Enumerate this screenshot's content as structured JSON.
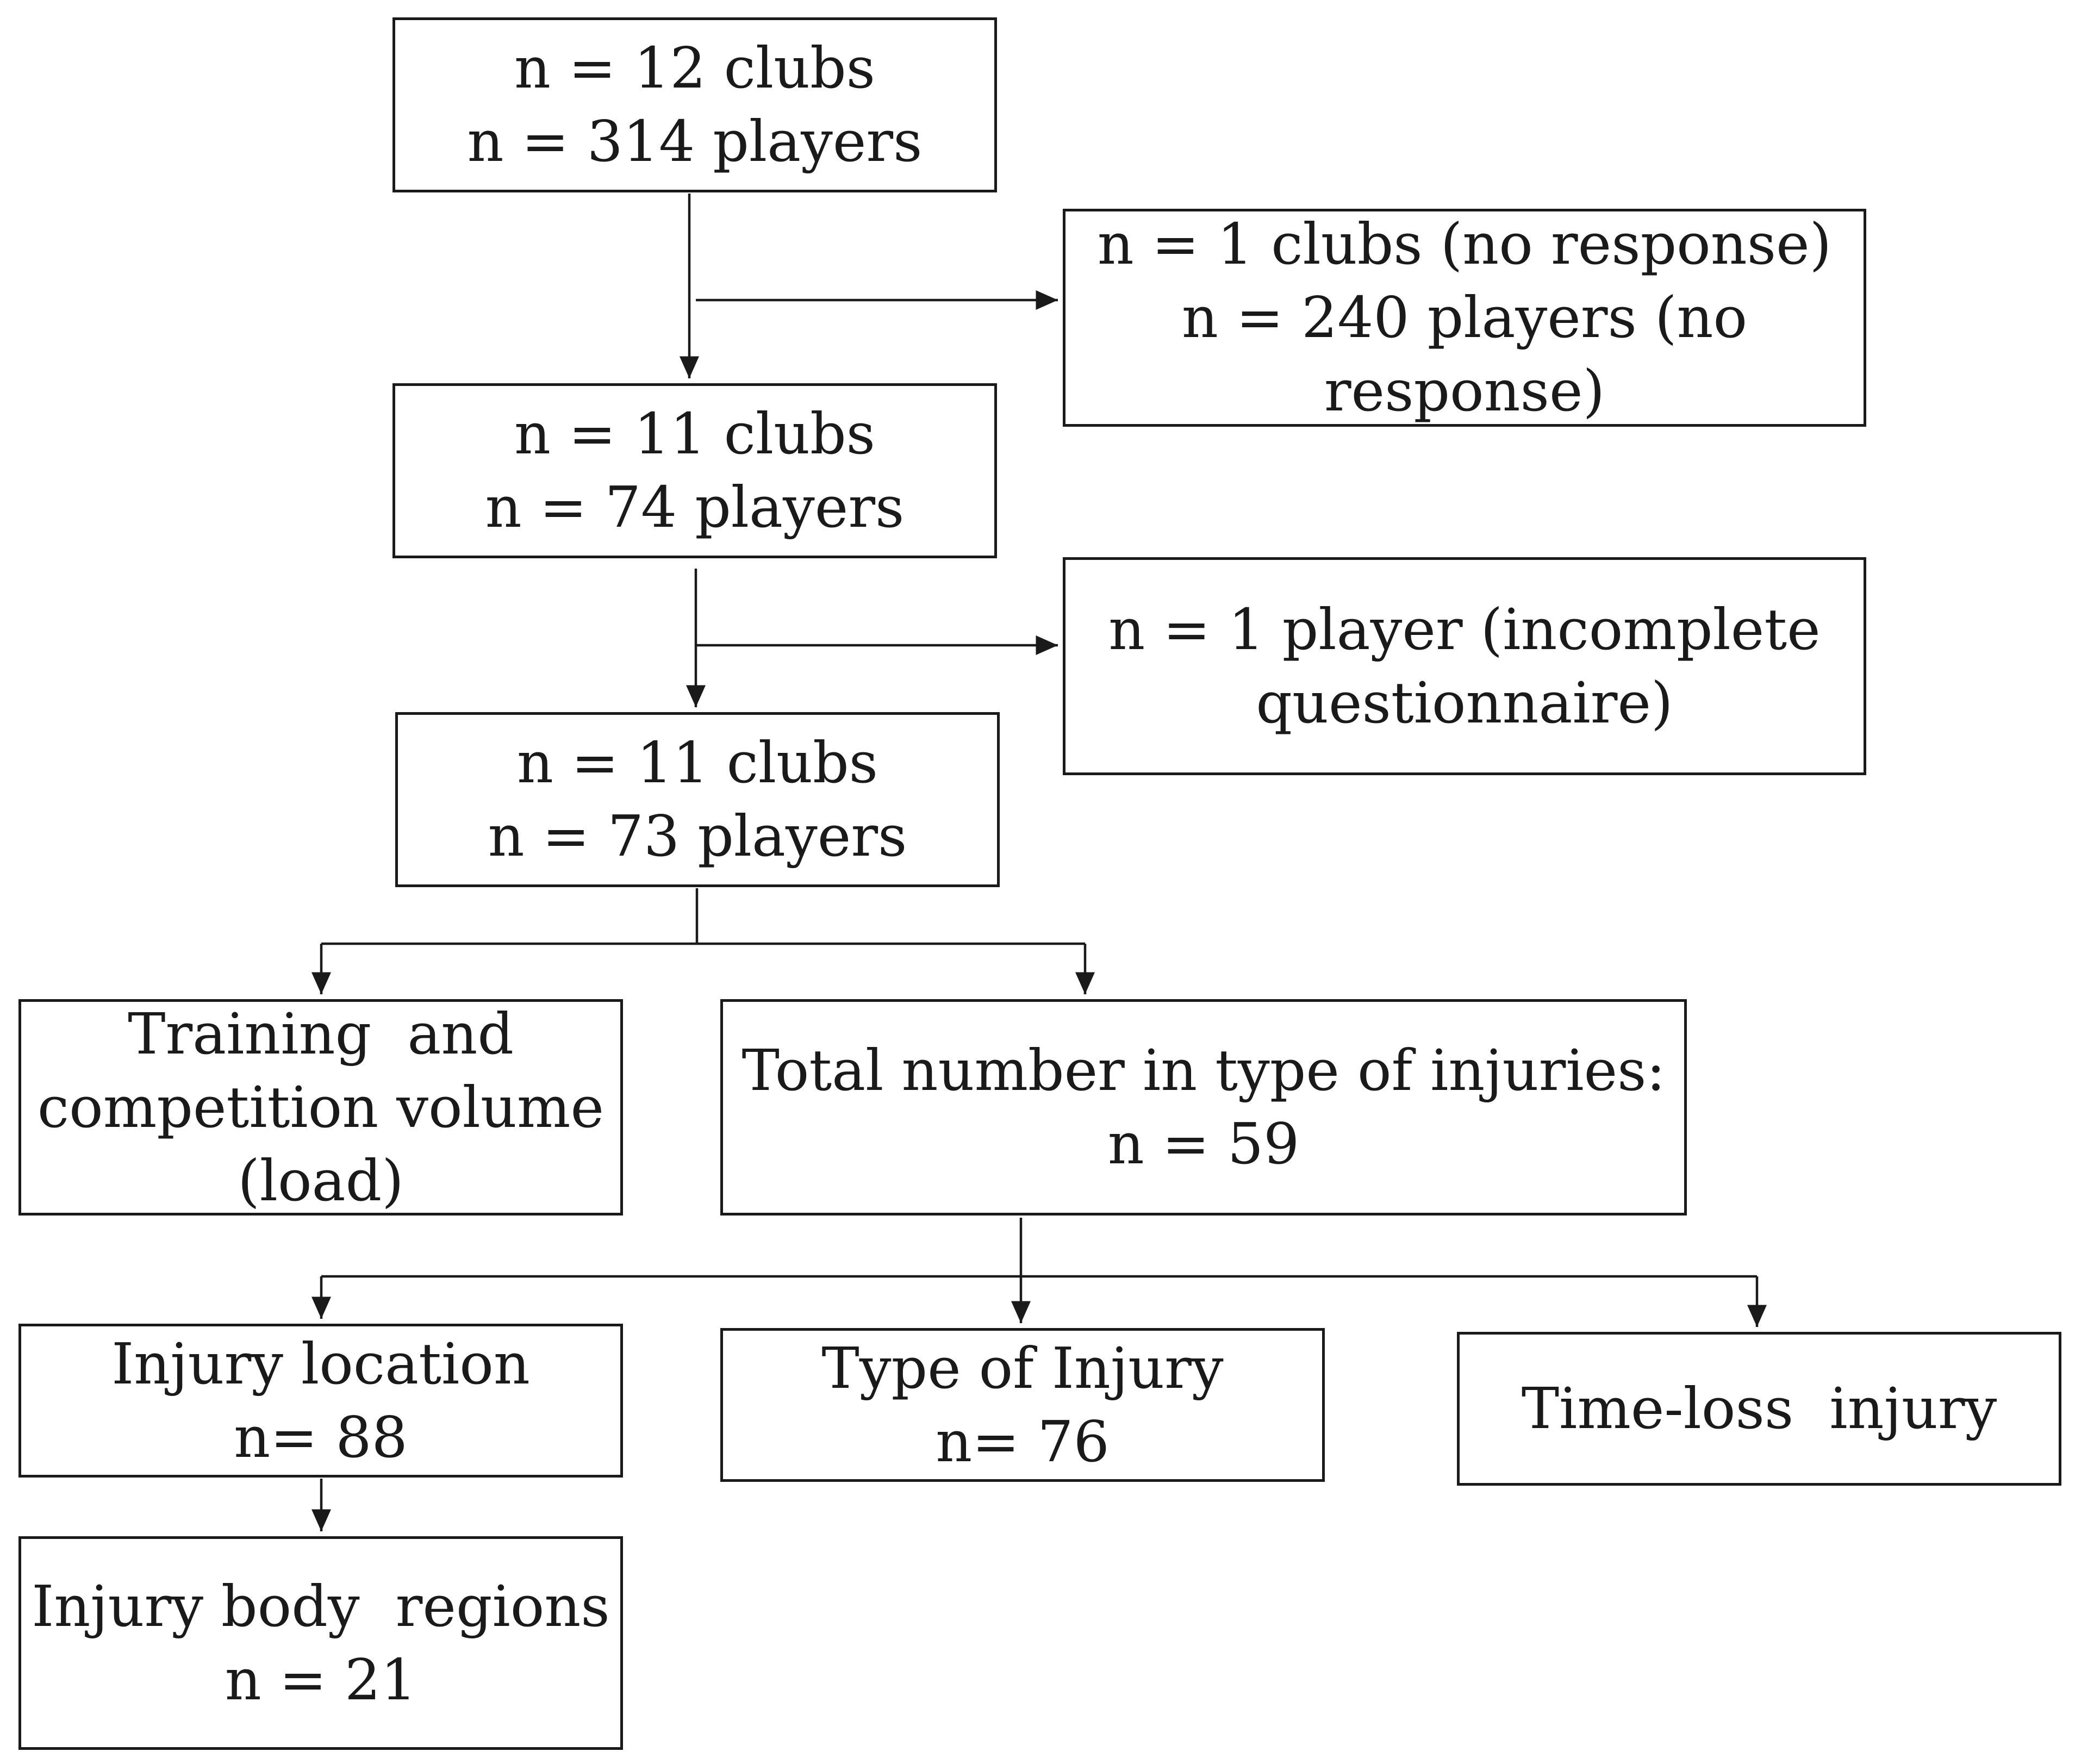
{
  "boxes": {
    "start": {
      "line1": "n = 12 clubs",
      "line2": "n = 314 players"
    },
    "exclusion_1": {
      "line1": "n = 1 clubs (no response)",
      "line2": "n =  240 players (no",
      "line3": "response)"
    },
    "stage_2": {
      "line1": "n = 11 clubs",
      "line2": "n = 74 players"
    },
    "exclusion_2": {
      "line1": "n = 1 player (incomplete",
      "line2": "questionnaire)"
    },
    "stage_3": {
      "line1": "n = 11 clubs",
      "line2": "n = 73 players"
    },
    "training": {
      "line1": "Training  and",
      "line2": "competition volume",
      "line3": "(load)"
    },
    "total_injuries": {
      "line1": "Total number in type of injuries:",
      "line2": "n = 59"
    },
    "injury_location": {
      "line1": "Injury location",
      "line2": "n= 88"
    },
    "type_of_injury": {
      "line1": "Type of Injury",
      "line2": "n= 76"
    },
    "time_loss": {
      "line1": "Time-loss  injury"
    },
    "body_regions": {
      "line1": "Injury body  regions",
      "line2": "n = 21"
    }
  },
  "colors": {
    "line": "#1a1a1a",
    "background": "#ffffff"
  }
}
